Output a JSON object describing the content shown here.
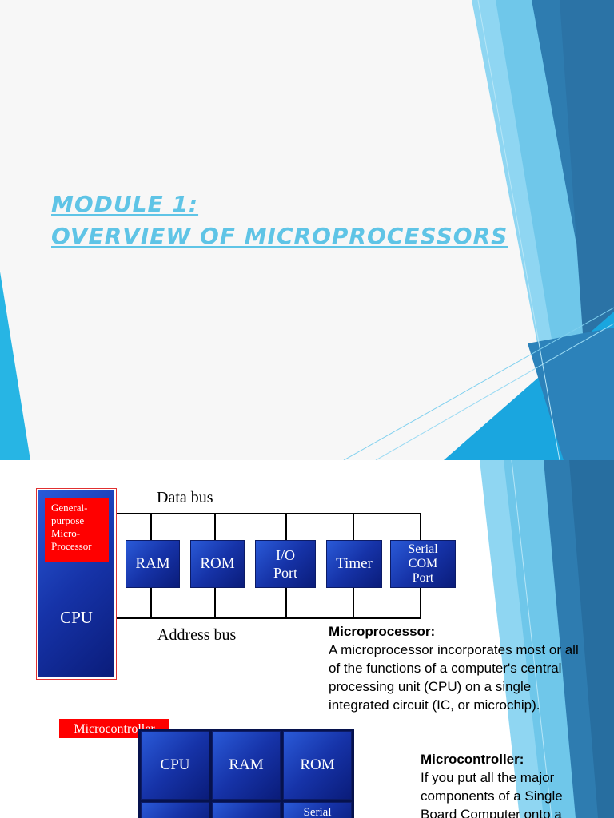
{
  "slide1": {
    "title_line1": "MODULE 1:",
    "title_line2": "OVERVIEW OF MICROPROCESSORS"
  },
  "slide2": {
    "mp_diagram": {
      "cpu_tag": [
        "General-",
        "purpose",
        "Micro-",
        "Processor"
      ],
      "cpu_label": "CPU",
      "data_bus": "Data bus",
      "address_bus": "Address bus",
      "boxes": [
        "RAM",
        "ROM",
        "I/O Port",
        "Timer",
        "Serial COM Port"
      ]
    },
    "microprocessor": {
      "heading": "Microprocessor:",
      "lines": [
        "A microprocessor incorporates most or all",
        "of the functions of a computer's central",
        "processing unit (CPU) on a single",
        "integrated circuit (IC, or microchip)."
      ]
    },
    "mc_diagram": {
      "tag": "Microcontroller",
      "cells": [
        "CPU",
        "RAM",
        "ROM"
      ],
      "partial_cell": "Serial"
    },
    "microcontroller": {
      "heading": "Microcontroller:",
      "lines": [
        "If you put all the major",
        "components of a Single",
        "Board Computer onto a"
      ]
    }
  }
}
